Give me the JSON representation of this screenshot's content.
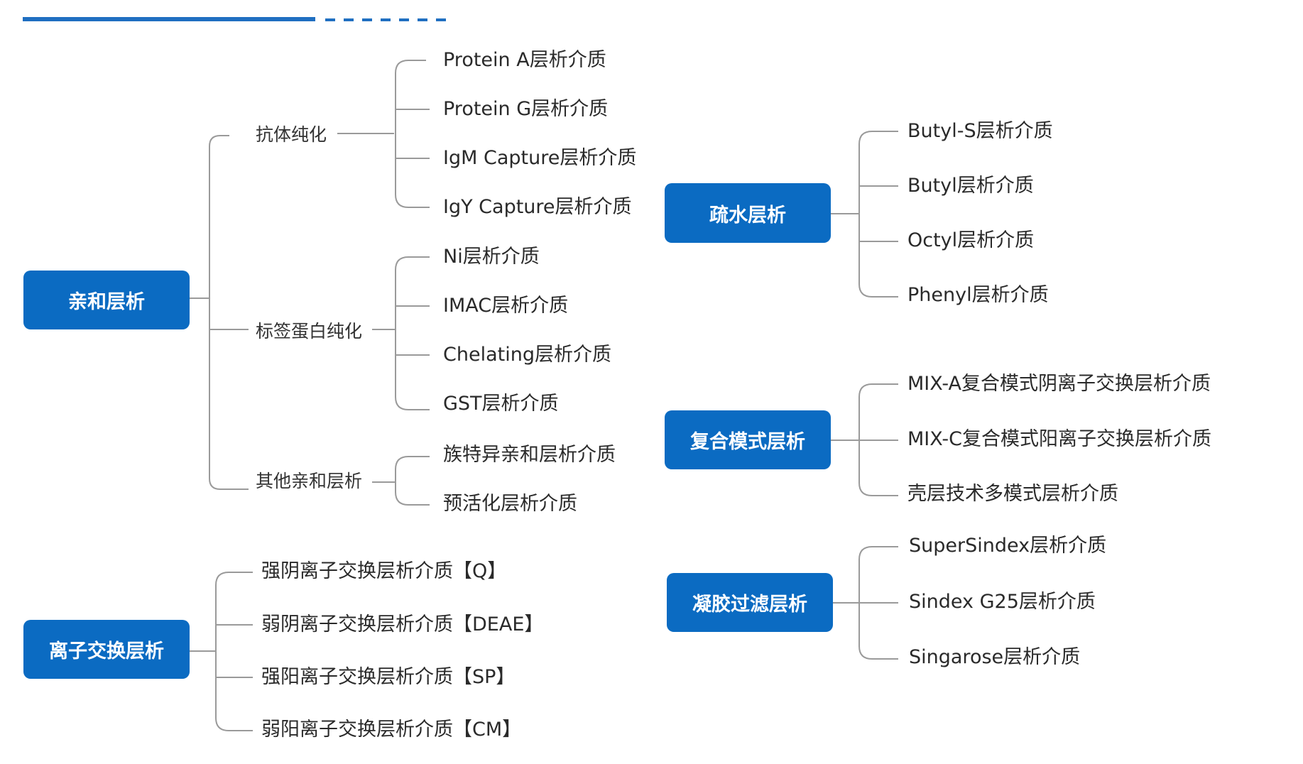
{
  "affinity": {
    "title": "亲和层析",
    "antibody": {
      "label": "抗体纯化",
      "items": [
        "Protein A层析介质",
        "Protein G层析介质",
        "IgM Capture层析介质",
        "IgY Capture层析介质"
      ]
    },
    "tag": {
      "label": "标签蛋白纯化",
      "items": [
        "Ni层析介质",
        "IMAC层析介质",
        "Chelating层析介质",
        "GST层析介质"
      ]
    },
    "other": {
      "label": "其他亲和层析",
      "items": [
        "族特异亲和层析介质",
        "预活化层析介质"
      ]
    }
  },
  "ion_exchange": {
    "title": "离子交换层析",
    "items": [
      "强阴离子交换层析介质【Q】",
      "弱阴离子交换层析介质【DEAE】",
      "强阳离子交换层析介质【SP】",
      "弱阳离子交换层析介质【CM】"
    ]
  },
  "hydrophobic": {
    "title": "疏水层析",
    "items": [
      "Butyl-S层析介质",
      "Butyl层析介质",
      "Octyl层析介质",
      "Phenyl层析介质"
    ]
  },
  "mixed_mode": {
    "title": "复合模式层析",
    "items": [
      "MIX-A复合模式阴离子交换层析介质",
      "MIX-C复合模式阳离子交换层析介质",
      "壳层技术多模式层析介质"
    ]
  },
  "gel_filtration": {
    "title": "凝胶过滤层析",
    "items": [
      "SuperSindex层析介质",
      "Sindex G25层析介质",
      "Singarose层析介质"
    ]
  },
  "colors": {
    "accent": "#0b6bc2",
    "line": "#9a9a9a"
  }
}
